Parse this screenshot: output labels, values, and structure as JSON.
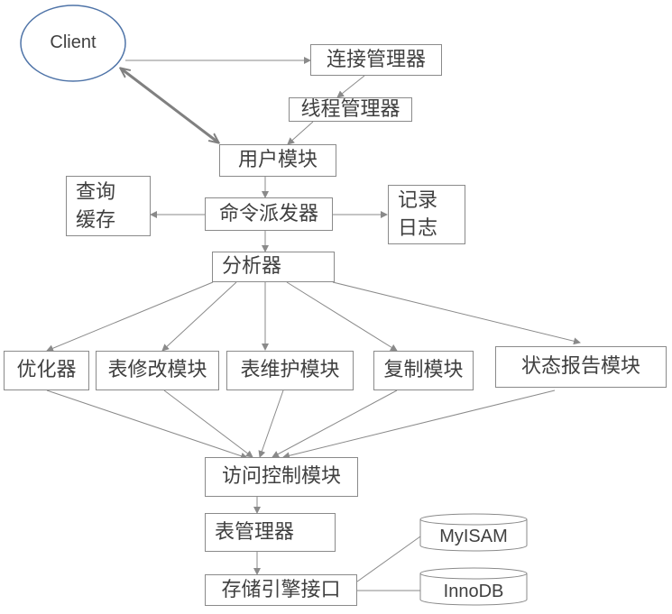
{
  "client": {
    "label": "Client"
  },
  "boxes": {
    "connection_manager": "连接管理器",
    "thread_manager": "线程管理器",
    "user_module": "用户模块",
    "query_cache_line1": "查询",
    "query_cache_line2": "缓存",
    "command_dispatcher": "命令派发器",
    "log_line1": "记录",
    "log_line2": "日志",
    "parser": "分析器",
    "optimizer": "优化器",
    "table_modify_module": "表修改模块",
    "table_maintain_module": "表维护模块",
    "replication_module": "复制模块",
    "status_report_module": "状态报告模块",
    "access_control_module": "访问控制模块",
    "table_manager": "表管理器",
    "storage_engine_interface": "存储引擎接口"
  },
  "engines": {
    "myisam": "MyISAM",
    "innodb": "InnoDB"
  },
  "colors": {
    "line": "#8a8a8a",
    "client_border": "#4f74a8",
    "text": "#404040"
  }
}
